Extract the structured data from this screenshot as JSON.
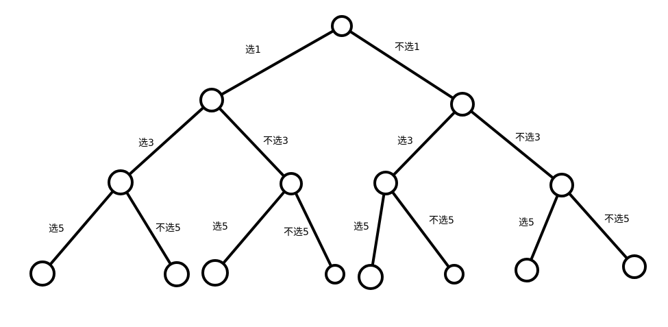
{
  "labels": {
    "root_left": "选1",
    "root_right": "不选1",
    "l1_left": "选3",
    "l1_right": "不选3",
    "r1_left": "选3",
    "r1_right": "不选3",
    "ll_left": "选5",
    "ll_right": "不选5",
    "lr_left": "选5",
    "lr_right": "不选5",
    "rl_left": "选5",
    "rl_right": "不选5",
    "rr_left": "选5",
    "rr_right": "不选5"
  }
}
